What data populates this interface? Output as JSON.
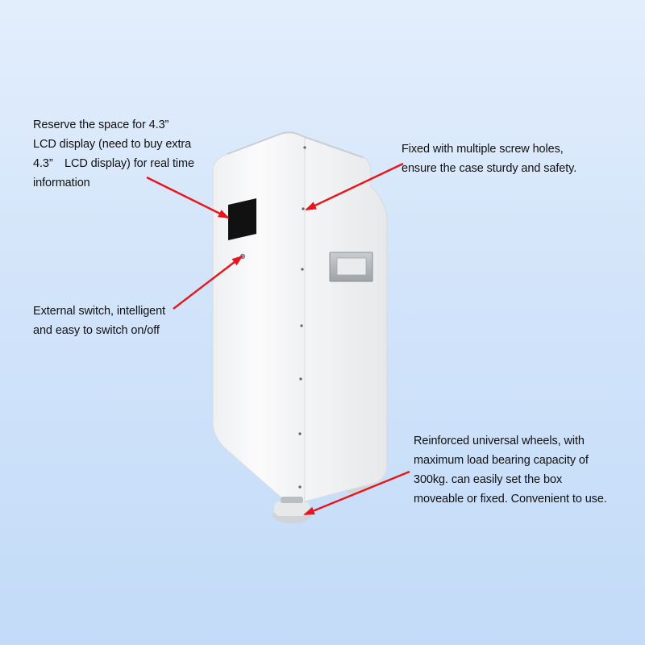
{
  "callouts": {
    "lcd_display": {
      "lines": [
        "Reserve the space for 4.3”",
        "LCD display (need to buy extra",
        "4.3”　LCD display) for real time",
        "information"
      ]
    },
    "screw_holes": {
      "lines": [
        "Fixed with multiple screw holes,",
        "ensure the case sturdy and safety."
      ]
    },
    "external_switch": {
      "lines": [
        "External switch, intelligent",
        "and easy to switch on/off"
      ]
    },
    "wheels": {
      "lines": [
        "Reinforced universal wheels, with",
        "maximum load bearing capacity of",
        "300kg. can easily set the box",
        "moveable or fixed. Convenient to use."
      ]
    }
  },
  "colors": {
    "arrow": "#e8161b",
    "cabinet_white": "#f7f8f9",
    "lcd_cutout": "#111111",
    "background_top": "#e3eefc",
    "background_bottom": "#c3dbf8"
  },
  "icons": {
    "arrow": "red-arrow-icon"
  }
}
